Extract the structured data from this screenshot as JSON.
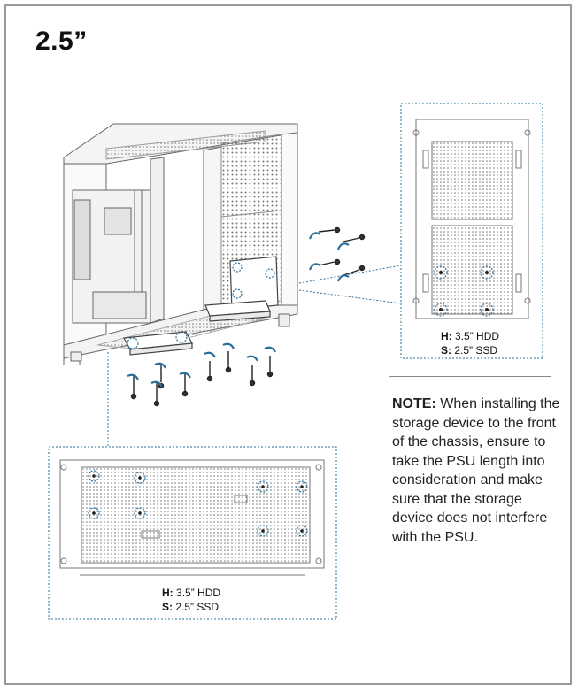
{
  "title": "2.5”",
  "legend_right": {
    "h_key": "H:",
    "h_value": "3.5” HDD",
    "s_key": "S:",
    "s_value": "2.5” SSD"
  },
  "legend_bottom": {
    "h_key": "H:",
    "h_value": "3.5” HDD",
    "s_key": "S:",
    "s_value": "2.5” SSD"
  },
  "note": {
    "label": "NOTE:",
    "text": " When installing the storage device to the front of the chassis, ensure to take the PSU length into consideration and make sure that the storage device does not interfere with the PSU."
  },
  "colors": {
    "accent": "#2a6f9b",
    "line": "#555555",
    "frame": "#9a9a9a"
  }
}
